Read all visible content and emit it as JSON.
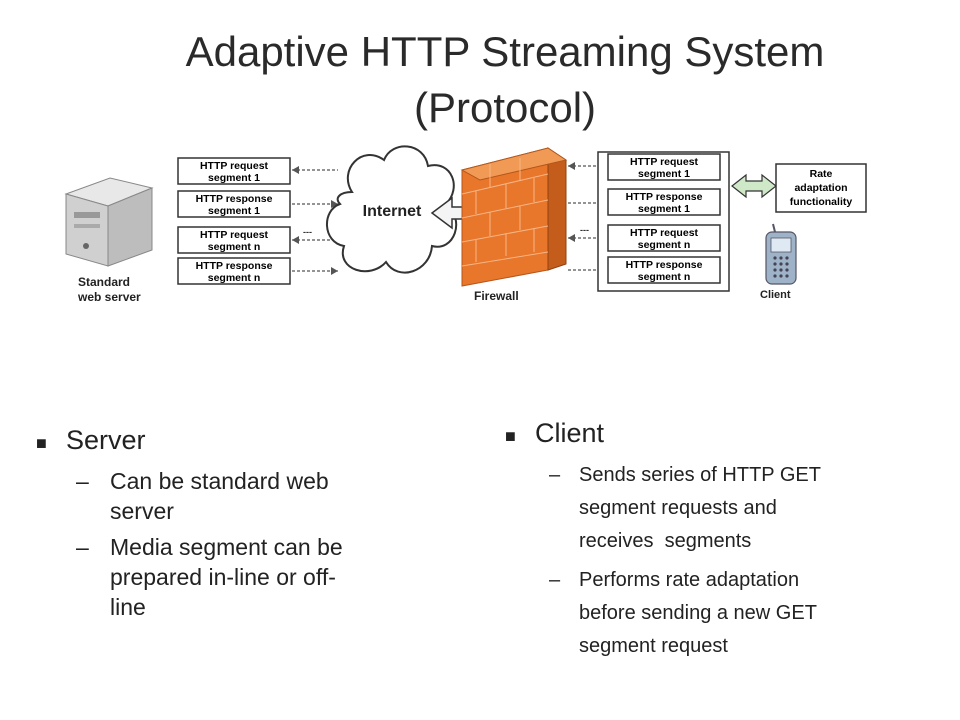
{
  "title": {
    "line1": "Adaptive HTTP Streaming System",
    "line2": "(Protocol)"
  },
  "diagram": {
    "server_label": [
      "Standard",
      "web server"
    ],
    "left_boxes": [
      [
        "HTTP request",
        "segment 1"
      ],
      [
        "HTTP response",
        "segment 1"
      ],
      [
        "HTTP request",
        "segment n"
      ],
      [
        "HTTP response",
        "segment n"
      ]
    ],
    "right_boxes": [
      [
        "HTTP request",
        "segment 1"
      ],
      [
        "HTTP response",
        "segment 1"
      ],
      [
        "HTTP request",
        "segment n"
      ],
      [
        "HTTP response",
        "segment n"
      ]
    ],
    "ellipsis": "---",
    "internet_label": "Internet",
    "firewall_label": "Firewall",
    "rate_box": [
      "Rate",
      "adaptation",
      "functionality"
    ],
    "client_label": "Client"
  },
  "server_section": {
    "heading": "Server",
    "items": [
      [
        "Can be standard web",
        "server"
      ],
      [
        "Media segment can be",
        "prepared in-line or off-",
        "line"
      ]
    ]
  },
  "client_section": {
    "heading": "Client",
    "items": [
      [
        "Sends series of HTTP GET",
        "segment requests and",
        "receives  segments"
      ],
      [
        "Performs rate adaptation",
        "before sending a new GET",
        "segment request"
      ]
    ]
  },
  "colors": {
    "firewall": "#e8762b",
    "cloud": "#ffffff",
    "box_stroke": "#333333"
  }
}
